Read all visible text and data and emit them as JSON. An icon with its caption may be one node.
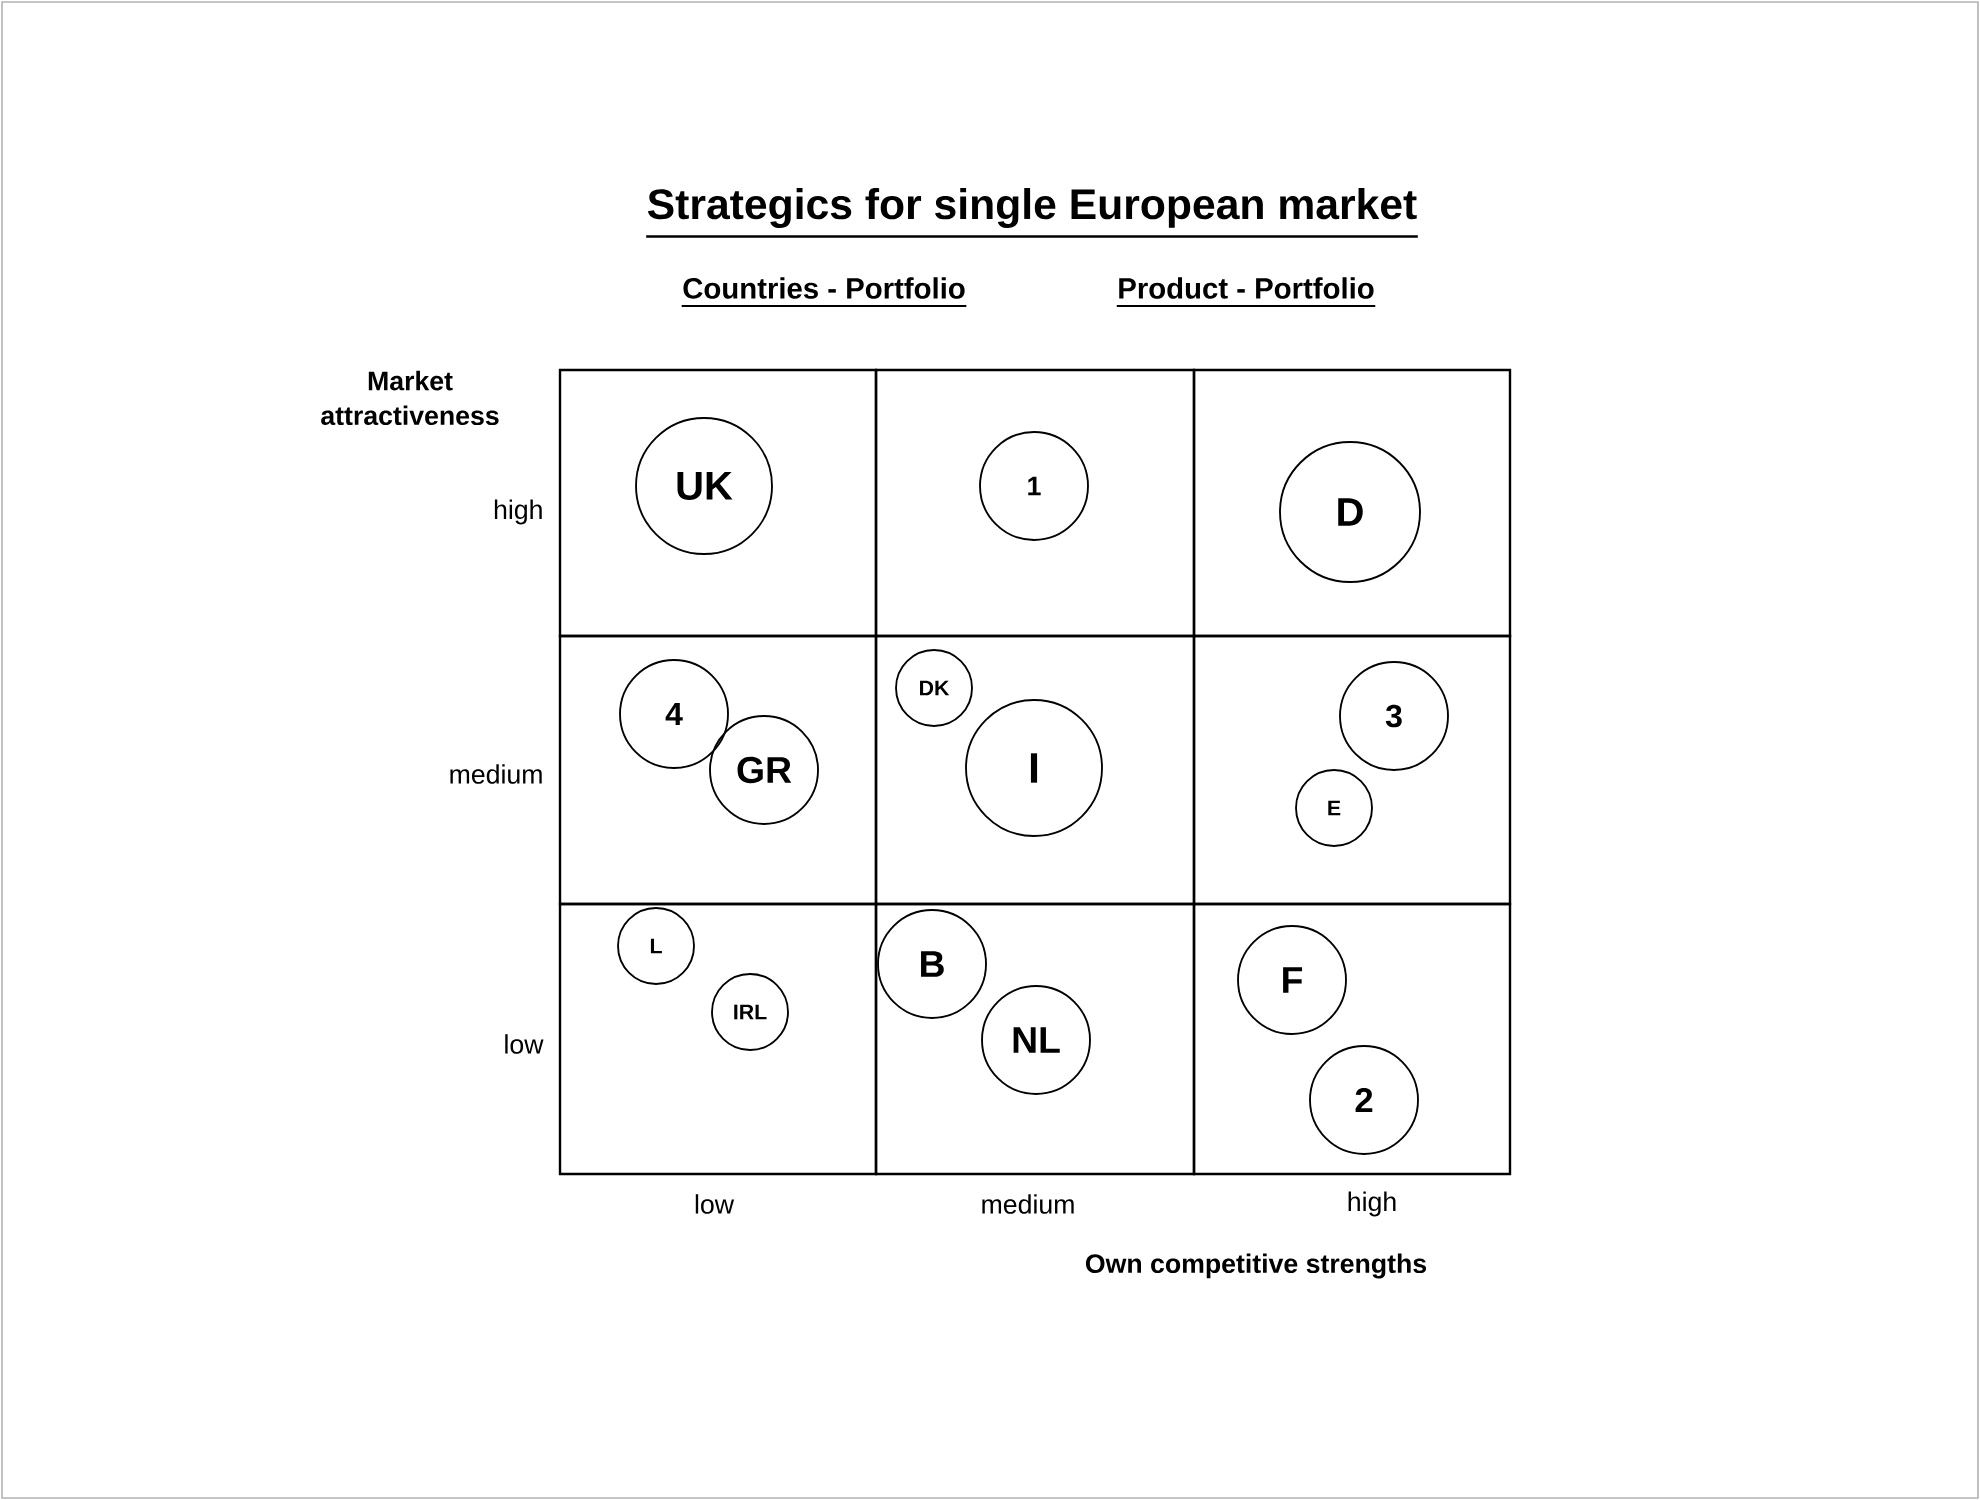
{
  "diagram": {
    "title": "Strategics for single European market",
    "nodes": [
      {
        "text": [],
        "shape": "box"
      },
      {
        "text": [
          "UK"
        ],
        "in": 0
      },
      {
        "text": [],
        "shape": "box"
      },
      {
        "text": [
          "1"
        ],
        "in": 2
      },
      {
        "text": [],
        "shape": "box"
      },
      {
        "text": [
          "D"
        ],
        "in": 4
      },
      {
        "text": [],
        "shape": "box"
      },
      {
        "text": [
          "4"
        ],
        "in": 6
      },
      {
        "text": [
          "GR"
        ],
        "in": 6
      },
      {
        "text": [],
        "shape": "box"
      },
      {
        "text": [
          "DK"
        ],
        "in": 9
      },
      {
        "text": [
          "I"
        ],
        "in": 9
      },
      {
        "text": [],
        "shape": "box"
      },
      {
        "text": [
          "3"
        ],
        "in": 12
      },
      {
        "text": [
          "E"
        ],
        "in": 12
      },
      {
        "text": [],
        "shape": "box"
      },
      {
        "text": [
          "L"
        ],
        "in": 15
      },
      {
        "text": [
          "IRL"
        ],
        "in": 15
      },
      {
        "text": [],
        "shape": "box"
      },
      {
        "text": [
          "B"
        ],
        "in": 18
      },
      {
        "text": [
          "NL"
        ],
        "in": 18
      },
      {
        "text": [],
        "shape": "box"
      },
      {
        "text": [
          "F"
        ],
        "in": 21
      },
      {
        "text": [
          "2"
        ],
        "in": 21
      }
    ],
    "labels": [
      "Countries - Portfolio",
      "Product - Portfolio",
      "Market attractiveness",
      "high",
      "medium",
      "low",
      "low",
      "medium",
      "high",
      "Own competitive strengths"
    ]
  }
}
